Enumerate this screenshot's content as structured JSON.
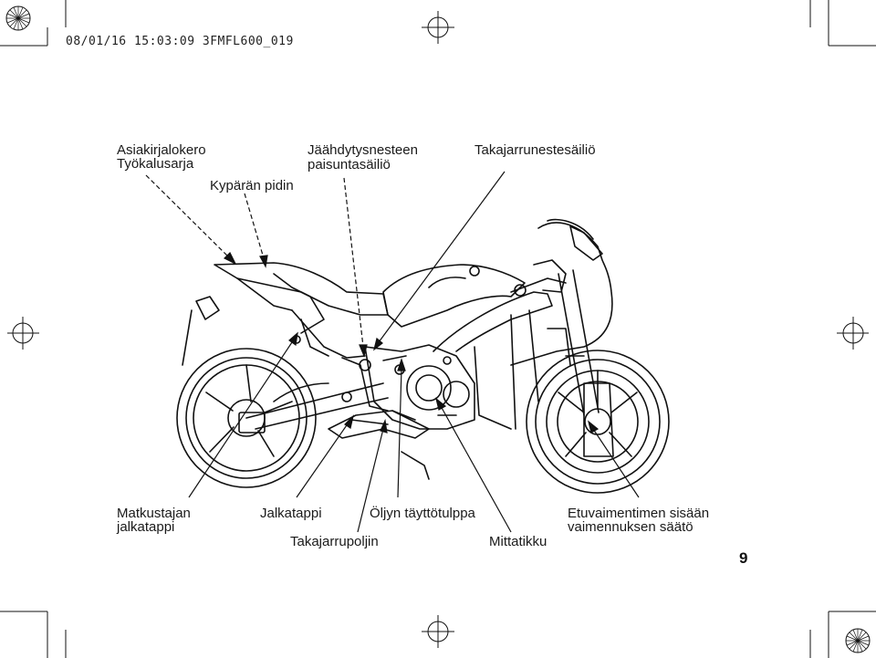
{
  "header": {
    "print_stamp": "08/01/16 15:03:09 3FMFL600_019"
  },
  "labels": {
    "document_box": "Asiakirjalokero",
    "tool_kit": "Työkalusarja",
    "helmet_holder": "Kypärän pidin",
    "coolant_reservoir_1": "Jäähdytysnesteen",
    "coolant_reservoir_2": "paisuntasäiliö",
    "rear_brake_reservoir": "Takajarrunestesäiliö",
    "passenger_footpeg_1": "Matkustajan",
    "passenger_footpeg_2": "jalkatappi",
    "footpeg": "Jalkatappi",
    "rear_brake_pedal": "Takajarrupoljin",
    "oil_filler_cap": "Öljyn täyttötulppa",
    "dipstick": "Mittatikku",
    "front_damping_1": "Etuvaimentimen sisään",
    "front_damping_2": "vaimennuksen säätö"
  },
  "page_number": "9"
}
